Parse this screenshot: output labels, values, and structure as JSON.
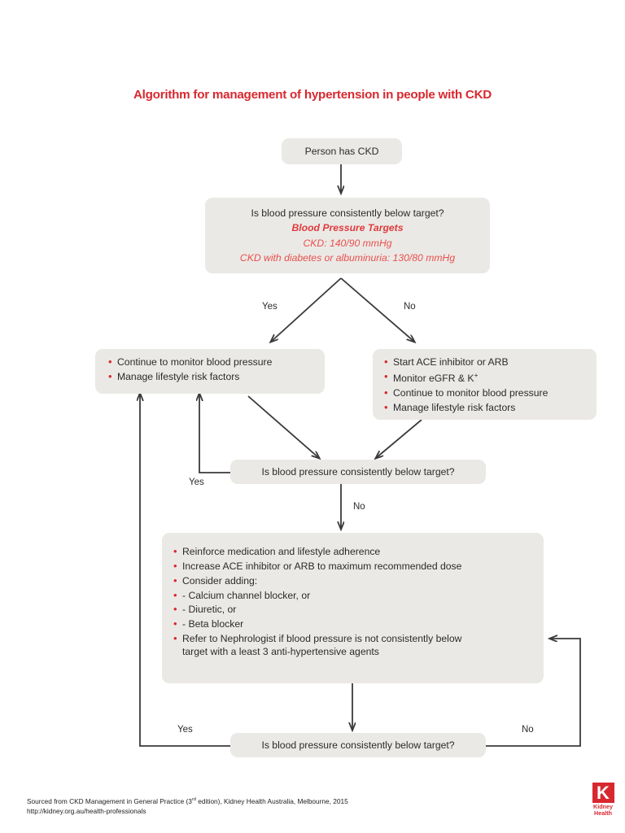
{
  "title": "Algorithm for management of hypertension in people with CKD",
  "nodes": {
    "start": {
      "text": "Person has CKD"
    },
    "decision1": {
      "line1": "Is blood pressure consistently below target?",
      "line2": "Blood Pressure Targets",
      "line3": "CKD: 140/90 mmHg",
      "line4": "CKD with diabetes or albuminuria: 130/80 mmHg"
    },
    "yes_branch": {
      "bullets": [
        "Continue to monitor blood pressure",
        "Manage lifestyle risk factors"
      ]
    },
    "no_branch": {
      "bullets": [
        "Start ACE inhibitor or ARB",
        "Monitor eGFR & K+",
        "Continue to monitor blood pressure",
        "Manage lifestyle risk factors"
      ]
    },
    "decision2": {
      "text": "Is blood pressure consistently below target?"
    },
    "treatment": {
      "bullets": [
        "Reinforce medication and lifestyle adherence",
        "Increase ACE inhibitor or ARB to maximum recommended dose",
        "Consider adding:"
      ],
      "sub_items": [
        "- Calcium channel blocker, or",
        "- Diuretic, or",
        "- Beta blocker"
      ],
      "last_bullet_line1": "Refer to Nephrologist if blood pressure is not consistently below",
      "last_bullet_line2": "target with a least 3 anti-hypertensive agents"
    },
    "decision3": {
      "text": "Is blood pressure consistently below target?"
    }
  },
  "edge_labels": {
    "d1_yes": "Yes",
    "d1_no": "No",
    "d2_yes": "Yes",
    "d2_no": "No",
    "d3_yes": "Yes",
    "d3_no": "No"
  },
  "footer": {
    "line1_a": "Sourced from CKD Management in General Practice (3",
    "line1_sup": "rd",
    "line1_b": " edition), Kidney Health Australia, Melbourne, 2015",
    "line2": "http://kidney.org.au/health-professionals"
  },
  "logo": {
    "mark": "K",
    "line1": "Kidney",
    "line2": "Health"
  },
  "colors": {
    "accent_red": "#d8282f",
    "target_red": "#e8504f",
    "box_fill": "#ebe9e5",
    "line": "#3a3a3a",
    "text": "#2b2b2b"
  }
}
